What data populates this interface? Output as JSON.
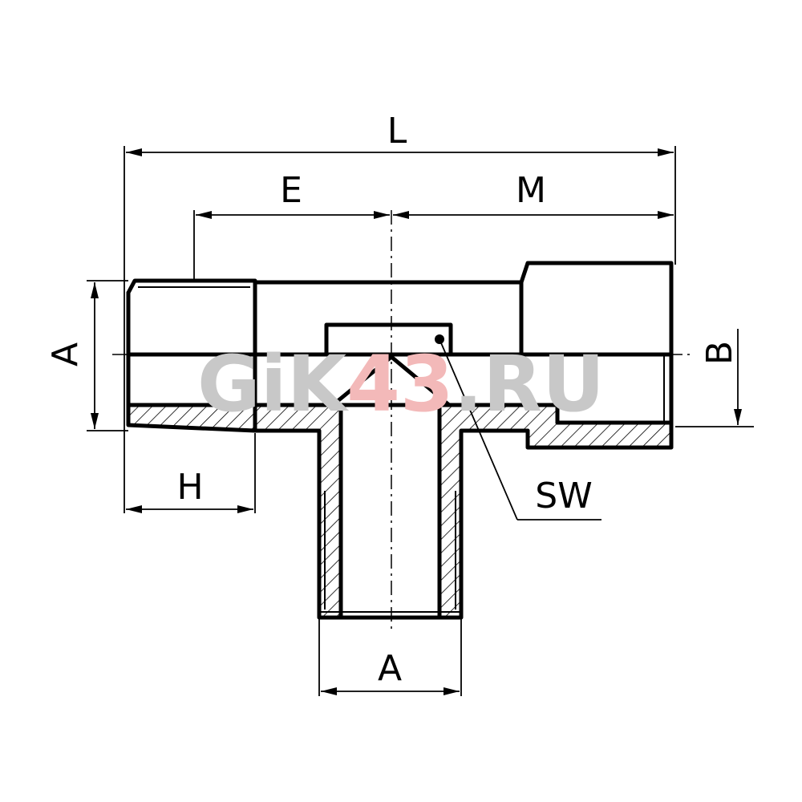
{
  "dimensions": {
    "L": "L",
    "E": "E",
    "M": "M",
    "A_left": "A",
    "B": "B",
    "H": "H",
    "A_bottom": "A",
    "SW": "SW"
  },
  "watermark": {
    "prefix": "GiK",
    "accent": "43",
    "suffix": ".RU",
    "gray_color": "#c8c8c8",
    "accent_color": "#f3b9b9"
  }
}
